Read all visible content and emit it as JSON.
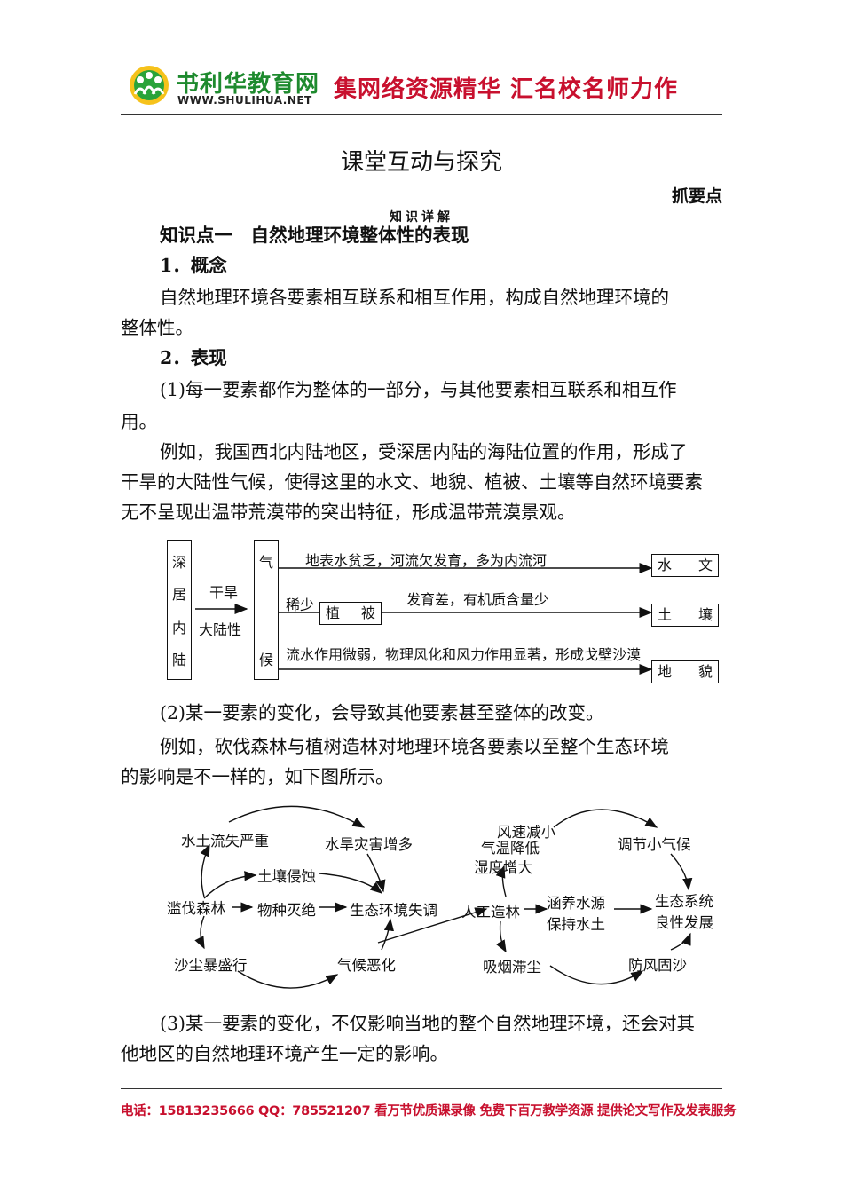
{
  "header": {
    "brand_cn": "书利华教育网",
    "brand_url": "WWW.SHULIHUA.NET",
    "slogan": "集网络资源精华 汇名校名师力作"
  },
  "title": "课堂互动与探究",
  "grab_points": "抓要点",
  "detail_heading": "知识详解",
  "paragraphs": {
    "k1": "知识点一　自然地理环境整体性的表现",
    "c1": "1．概念",
    "p1a": "自然地理环境各要素相互联系和相互作用，构成自然地理环境的",
    "p1b": "整体性。",
    "c2": "2．表现",
    "p2a": "(1)每一要素都作为整体的一部分，与其他要素相互联系和相互作",
    "p2b": "用。",
    "p3a": "例如，我国西北内陆地区，受深居内陆的海陆位置的作用，形成了",
    "p3b": "干旱的大陆性气候，使得这里的水文、地貌、植被、土壤等自然环境要素",
    "p3c": "无不呈现出温带荒漠带的突出特征，形成温带荒漠景观。",
    "p4": "(2)某一要素的变化，会导致其他要素甚至整体的改变。",
    "p5a": "例如，砍伐森林与植树造林对地理环境各要素以至整个生态环境",
    "p5b": "的影响是不一样的，如下图所示。",
    "p6a": "(3)某一要素的变化，不仅影响当地的整个自然地理环境，还会对其",
    "p6b": "他地区的自然地理环境产生一定的影响。"
  },
  "diagram1": {
    "left_box": [
      "深",
      "居",
      "内",
      "陆"
    ],
    "arrow_top": "干旱",
    "arrow_bottom": "大陆性",
    "climate_box": [
      "气",
      "候"
    ],
    "row1_text": "地表水贫乏，河流欠发育，多为内流河",
    "row2_prefix": "稀少",
    "row2_box": [
      "植",
      "被"
    ],
    "row2_text": "发育差，有机质含量少",
    "row3_text": "流水作用微弱，物理风化和风力作用显著，形成戈壁沙漠",
    "results": [
      [
        "水",
        "文"
      ],
      [
        "土",
        "壤"
      ],
      [
        "地",
        "貌"
      ]
    ]
  },
  "diagram2": {
    "left": {
      "a": "水土流失严重",
      "b": "水旱灾害增多",
      "c": "土壤侵蚀",
      "d": "滥伐森林",
      "e": "物种灭绝",
      "f": "生态环境失调",
      "g": "沙尘暴盛行",
      "h": "气候恶化"
    },
    "right": {
      "a": "风速减小",
      "b": "气温降低",
      "c": "湿度增大",
      "d": "调节小气候",
      "e": "人工造林",
      "f": "涵养水源",
      "g": "保持水土",
      "h": "生态系统",
      "i": "良性发展",
      "j": "吸烟滞尘",
      "k": "防风固沙"
    }
  },
  "footer": "电话：15813235666 QQ：785521207 看万节优质课录像 免费下百万教学资源 提供论文写作及发表服务"
}
